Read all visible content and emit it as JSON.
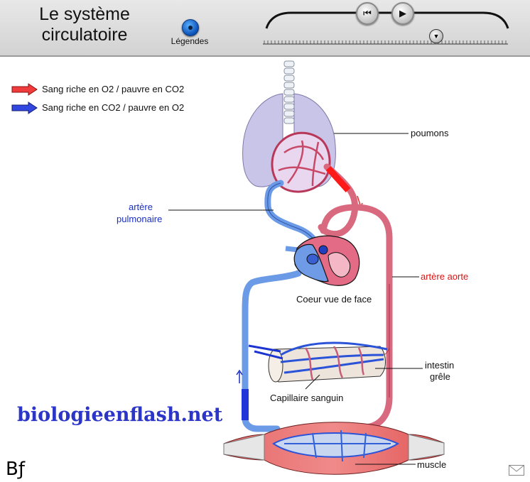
{
  "header": {
    "title_line1": "Le système",
    "title_line2": "circulatoire",
    "legend_toggle_label": "Légendes"
  },
  "legend": {
    "items": [
      {
        "label": "Sang riche en O2 / pauvre en CO2",
        "color": "#e63a3a"
      },
      {
        "label": "Sang riche en CO2 / pauvre en O2",
        "color": "#2a45d6"
      }
    ]
  },
  "labels": {
    "poumons": "poumons",
    "artere_pulmonaire_1": "artère",
    "artere_pulmonaire_2": "pulmonaire",
    "artere_aorte": "artère aorte",
    "coeur": "Coeur vue de face",
    "intestin_1": "intestin",
    "intestin_2": "grêle",
    "capillaire": "Capillaire sanguin",
    "muscle": "muscle"
  },
  "watermark": "biologieenflash.net",
  "logo": "Bƒ",
  "colors": {
    "oxygenated": "#d9697f",
    "deoxygenated": "#6f9fe8",
    "lungs": "#c8c4e8",
    "label_red": "#e01010",
    "label_blue": "#1a2fc0"
  }
}
